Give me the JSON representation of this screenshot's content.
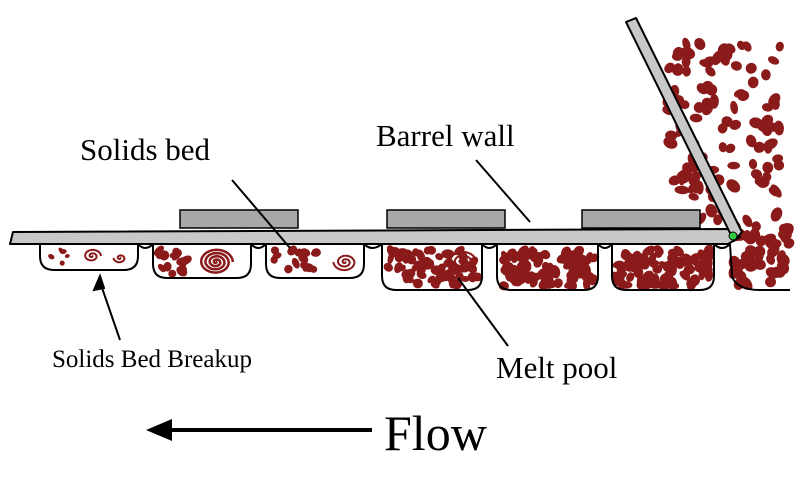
{
  "labels": {
    "solids_bed": "Solids bed",
    "barrel_wall": "Barrel wall",
    "solids_bed_breakup": "Solids Bed Breakup",
    "melt_pool": "Melt pool",
    "flow": "Flow"
  },
  "colors": {
    "barrel": "#c8c8c8",
    "block": "#a8a8a8",
    "pellet": "#8b1a1a",
    "outline": "#000000",
    "pivot_dot": "#2ecc40"
  }
}
